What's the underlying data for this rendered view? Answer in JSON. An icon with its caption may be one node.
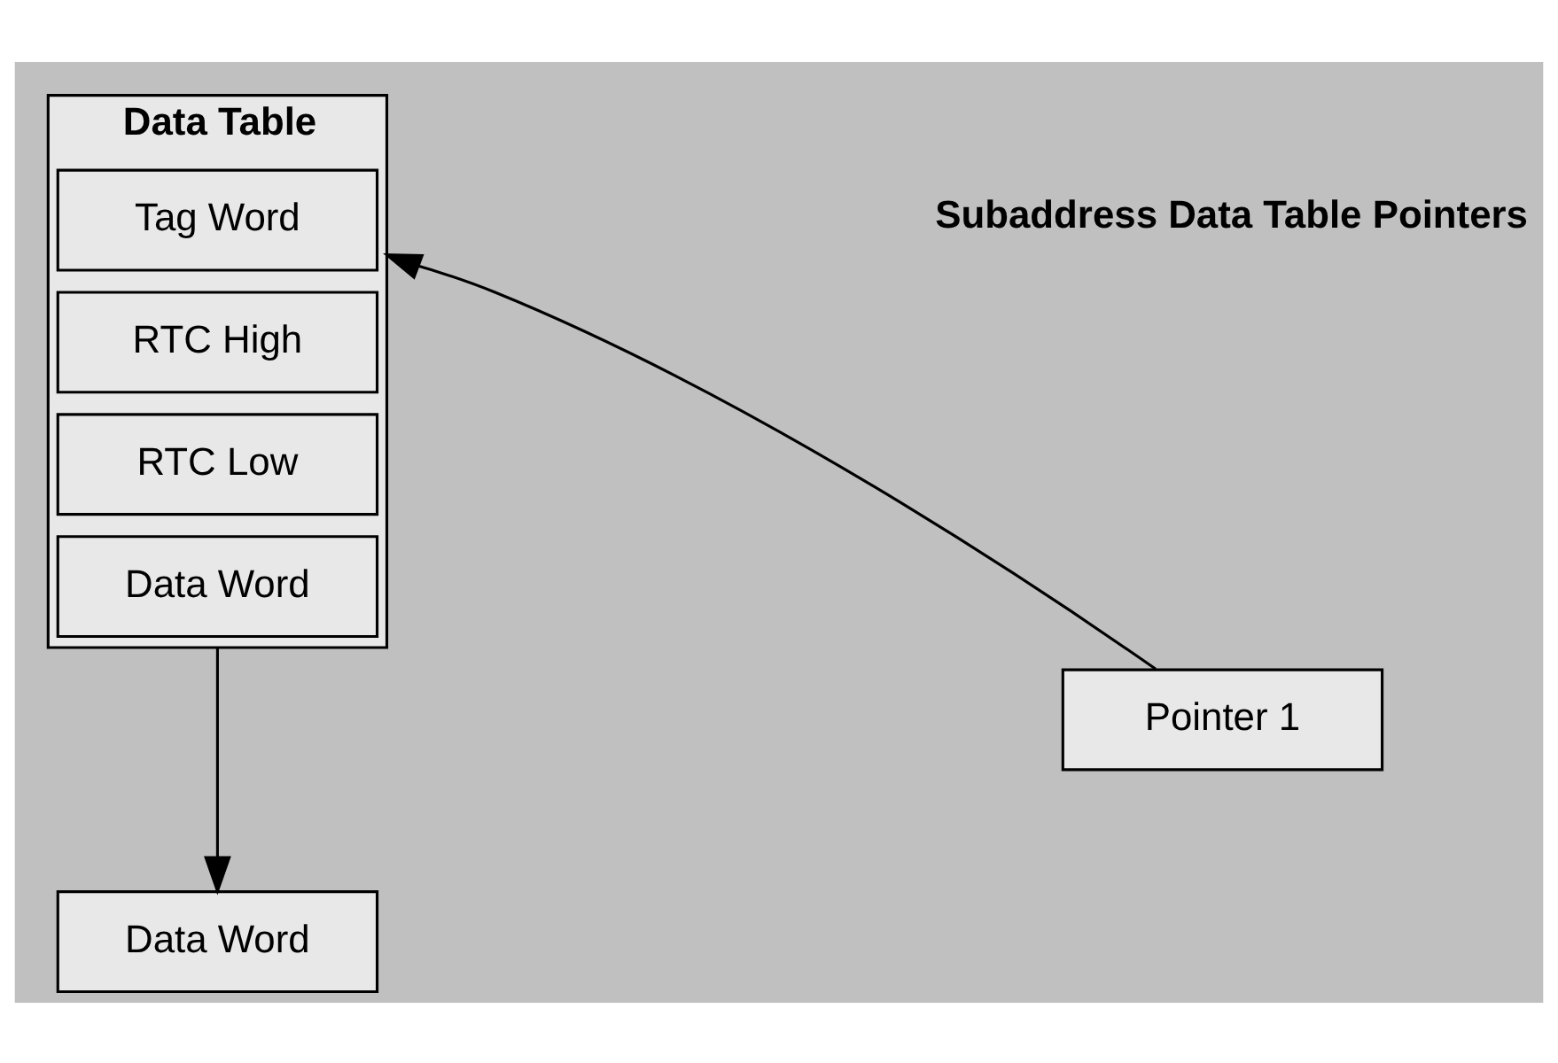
{
  "diagram": {
    "nodes": [
      {
        "text": [
          "Pointer 1"
        ]
      },
      {
        "text": [
          "Data Table"
        ]
      },
      {
        "text": [
          "Tag Word"
        ],
        "in": 1
      },
      {
        "text": [
          "RTC High"
        ],
        "in": 1
      },
      {
        "text": [
          "RTC Low"
        ],
        "in": 1
      },
      {
        "text": [
          "Data Word"
        ],
        "in": 1
      },
      {
        "text": [
          "Data Word"
        ]
      }
    ],
    "edges": [
      {
        "from": 0,
        "to": 1,
        "arrow": "to"
      },
      {
        "from": 1,
        "to": 6,
        "arrow": "to"
      }
    ],
    "labels": [
      "Subaddress Data Table Pointers"
    ]
  }
}
